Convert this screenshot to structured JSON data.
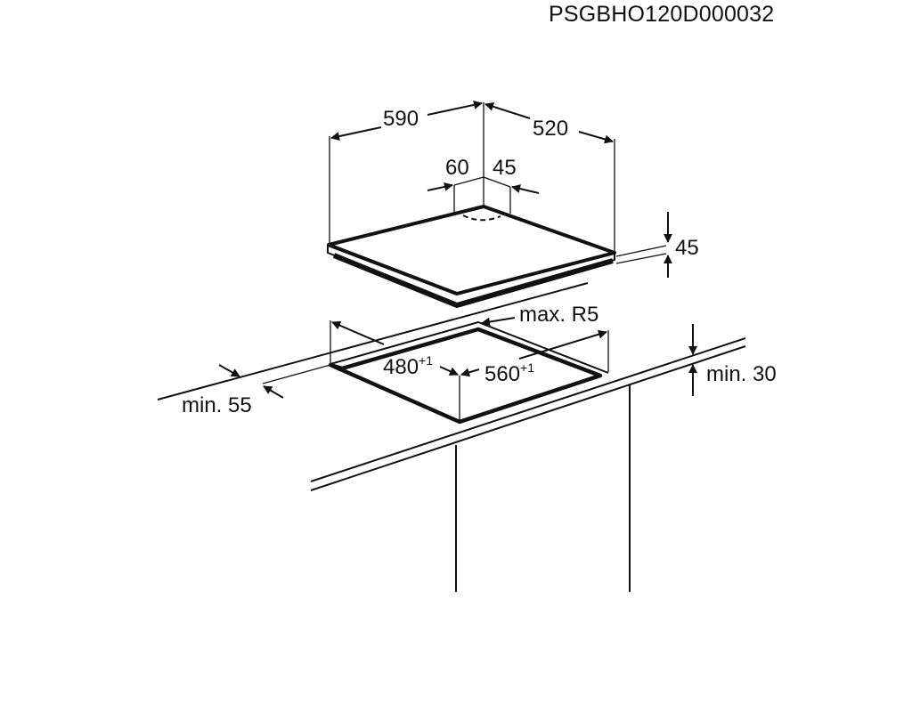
{
  "document_code": "PSGBHO120D000032",
  "hob_dimensions": {
    "width": "590",
    "depth": "520",
    "rear_left_offset": "60",
    "rear_right_offset": "45",
    "height": "45"
  },
  "cutout": {
    "depth": "480",
    "depth_tolerance": "+1",
    "width": "560",
    "width_tolerance": "+1",
    "corner_radius": "max. R5",
    "front_distance": "min. 55",
    "worktop_thickness": "min. 30"
  }
}
